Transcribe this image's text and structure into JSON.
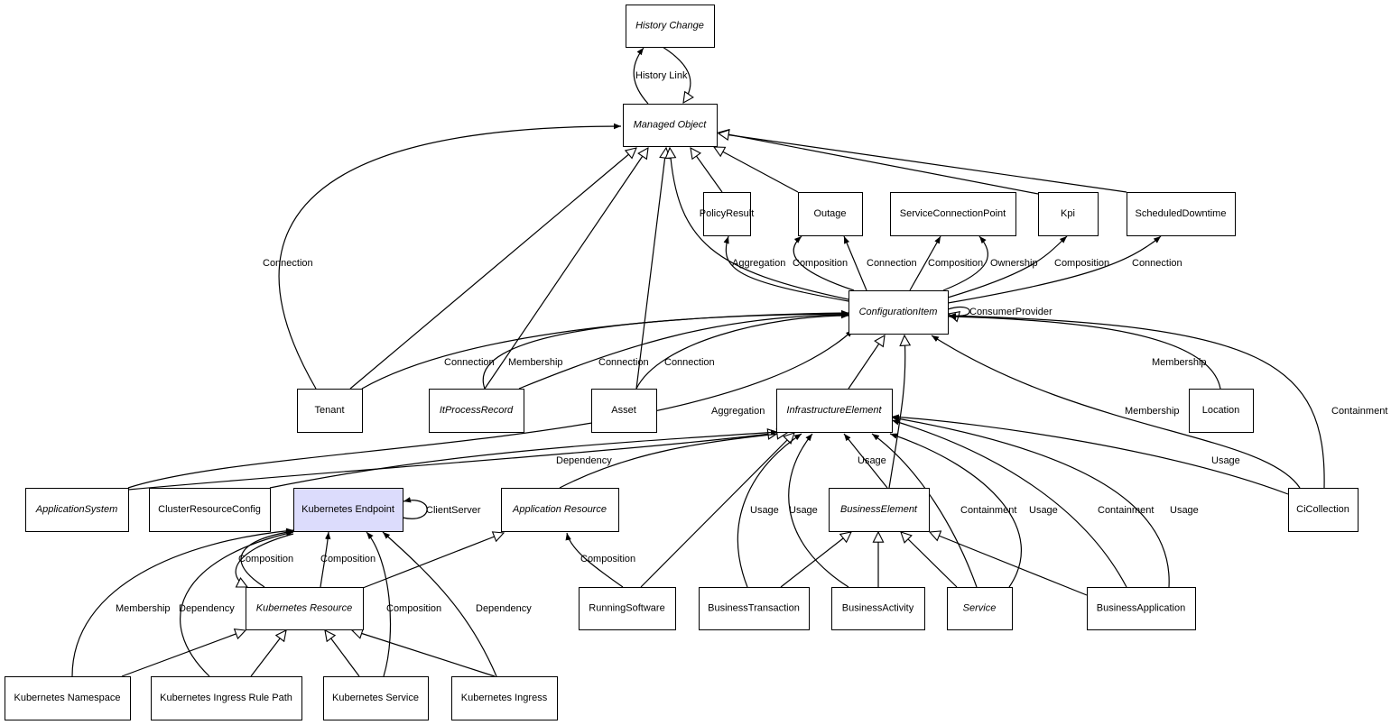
{
  "colors": {
    "highlight": "#dcdcfc",
    "stroke": "#000000",
    "background": "#ffffff"
  },
  "nodes": [
    {
      "name": "History Change",
      "abstract": true
    },
    {
      "name": "Managed Object",
      "abstract": true
    },
    {
      "name": "PolicyResult"
    },
    {
      "name": "Outage"
    },
    {
      "name": "ServiceConnectionPoint"
    },
    {
      "name": "Kpi"
    },
    {
      "name": "ScheduledDowntime"
    },
    {
      "name": "ConfigurationItem",
      "abstract": true
    },
    {
      "name": "Tenant"
    },
    {
      "name": "ItProcessRecord",
      "abstract": true
    },
    {
      "name": "Asset"
    },
    {
      "name": "InfrastructureElement",
      "abstract": true
    },
    {
      "name": "Location"
    },
    {
      "name": "ApplicationSystem",
      "abstract": true
    },
    {
      "name": "ClusterResourceConfig"
    },
    {
      "name": "Kubernetes Endpoint",
      "selected": true
    },
    {
      "name": "Application Resource",
      "abstract": true
    },
    {
      "name": "BusinessElement",
      "abstract": true
    },
    {
      "name": "CiCollection"
    },
    {
      "name": "Kubernetes Resource",
      "abstract": true
    },
    {
      "name": "RunningSoftware"
    },
    {
      "name": "BusinessTransaction"
    },
    {
      "name": "BusinessActivity"
    },
    {
      "name": "Service",
      "abstract": true
    },
    {
      "name": "BusinessApplication"
    },
    {
      "name": "Kubernetes Namespace"
    },
    {
      "name": "Kubernetes Ingress Rule Path"
    },
    {
      "name": "Kubernetes Service"
    },
    {
      "name": "Kubernetes Ingress"
    }
  ],
  "edges": [
    {
      "from": "Managed Object",
      "to": "History Change",
      "label": "History Link",
      "kind": "association"
    },
    {
      "from": "History Change",
      "to": "Managed Object",
      "label": "",
      "kind": "generalization"
    },
    {
      "from": "Tenant",
      "to": "Managed Object",
      "label": "Connection",
      "kind": "association"
    },
    {
      "from": "Tenant",
      "to": "Managed Object",
      "label": "",
      "kind": "generalization"
    },
    {
      "from": "ItProcessRecord",
      "to": "Managed Object",
      "label": "",
      "kind": "generalization"
    },
    {
      "from": "Asset",
      "to": "Managed Object",
      "label": "",
      "kind": "generalization"
    },
    {
      "from": "ConfigurationItem",
      "to": "Managed Object",
      "label": "",
      "kind": "generalization"
    },
    {
      "from": "PolicyResult",
      "to": "Managed Object",
      "label": "",
      "kind": "generalization"
    },
    {
      "from": "Outage",
      "to": "Managed Object",
      "label": "",
      "kind": "generalization"
    },
    {
      "from": "Kpi",
      "to": "Managed Object",
      "label": "",
      "kind": "generalization"
    },
    {
      "from": "ScheduledDowntime",
      "to": "Managed Object",
      "label": "",
      "kind": "generalization"
    },
    {
      "from": "ConfigurationItem",
      "to": "PolicyResult",
      "label": "Aggregation",
      "kind": "association"
    },
    {
      "from": "ConfigurationItem",
      "to": "Outage",
      "label": "Composition",
      "kind": "association"
    },
    {
      "from": "ConfigurationItem",
      "to": "Outage",
      "label": "Connection",
      "kind": "association"
    },
    {
      "from": "ConfigurationItem",
      "to": "ServiceConnectionPoint",
      "label": "Composition",
      "kind": "association"
    },
    {
      "from": "ConfigurationItem",
      "to": "ServiceConnectionPoint",
      "label": "Ownership",
      "kind": "association"
    },
    {
      "from": "ConfigurationItem",
      "to": "Kpi",
      "label": "Composition",
      "kind": "association"
    },
    {
      "from": "ConfigurationItem",
      "to": "ScheduledDowntime",
      "label": "Connection",
      "kind": "association"
    },
    {
      "from": "ConfigurationItem",
      "to": "ConfigurationItem",
      "label": "ConsumerProvider",
      "kind": "generalization"
    },
    {
      "from": "Tenant",
      "to": "ConfigurationItem",
      "label": "Connection",
      "kind": "association"
    },
    {
      "from": "ItProcessRecord",
      "to": "ConfigurationItem",
      "label": "Membership",
      "kind": "association"
    },
    {
      "from": "ItProcessRecord",
      "to": "ConfigurationItem",
      "label": "Connection",
      "kind": "association"
    },
    {
      "from": "Asset",
      "to": "ConfigurationItem",
      "label": "Connection",
      "kind": "association"
    },
    {
      "from": "InfrastructureElement",
      "to": "ConfigurationItem",
      "label": "",
      "kind": "generalization"
    },
    {
      "from": "BusinessElement",
      "to": "ConfigurationItem",
      "label": "",
      "kind": "generalization"
    },
    {
      "from": "Location",
      "to": "ConfigurationItem",
      "label": "Membership",
      "kind": "association"
    },
    {
      "from": "CiCollection",
      "to": "ConfigurationItem",
      "label": "Membership",
      "kind": "association"
    },
    {
      "from": "CiCollection",
      "to": "ConfigurationItem",
      "label": "Containment",
      "kind": "association"
    },
    {
      "from": "ApplicationSystem",
      "to": "ConfigurationItem",
      "label": "Aggregation",
      "kind": "association"
    },
    {
      "from": "ApplicationSystem",
      "to": "InfrastructureElement",
      "label": "",
      "kind": "generalization"
    },
    {
      "from": "ClusterResourceConfig",
      "to": "InfrastructureElement",
      "label": "Dependency",
      "kind": "association"
    },
    {
      "from": "Application Resource",
      "to": "InfrastructureElement",
      "label": "",
      "kind": "generalization"
    },
    {
      "from": "RunningSoftware",
      "to": "InfrastructureElement",
      "label": "",
      "kind": "generalization"
    },
    {
      "from": "BusinessTransaction",
      "to": "InfrastructureElement",
      "label": "Usage",
      "kind": "association"
    },
    {
      "from": "BusinessActivity",
      "to": "InfrastructureElement",
      "label": "Usage",
      "kind": "association"
    },
    {
      "from": "BusinessElement",
      "to": "InfrastructureElement",
      "label": "Usage",
      "kind": "association"
    },
    {
      "from": "Service",
      "to": "InfrastructureElement",
      "label": "Containment",
      "kind": "association"
    },
    {
      "from": "Service",
      "to": "InfrastructureElement",
      "label": "Usage",
      "kind": "association"
    },
    {
      "from": "BusinessApplication",
      "to": "InfrastructureElement",
      "label": "Containment",
      "kind": "association"
    },
    {
      "from": "BusinessApplication",
      "to": "InfrastructureElement",
      "label": "Usage",
      "kind": "association"
    },
    {
      "from": "CiCollection",
      "to": "InfrastructureElement",
      "label": "Usage",
      "kind": "association"
    },
    {
      "from": "BusinessTransaction",
      "to": "BusinessElement",
      "label": "",
      "kind": "generalization"
    },
    {
      "from": "BusinessActivity",
      "to": "BusinessElement",
      "label": "",
      "kind": "generalization"
    },
    {
      "from": "Service",
      "to": "BusinessElement",
      "label": "",
      "kind": "generalization"
    },
    {
      "from": "BusinessApplication",
      "to": "BusinessElement",
      "label": "",
      "kind": "generalization"
    },
    {
      "from": "RunningSoftware",
      "to": "Application Resource",
      "label": "Composition",
      "kind": "association"
    },
    {
      "from": "Kubernetes Endpoint",
      "to": "Kubernetes Endpoint",
      "label": "ClientServer",
      "kind": "association"
    },
    {
      "from": "Kubernetes Resource",
      "to": "Kubernetes Endpoint",
      "label": "Composition",
      "kind": "association"
    },
    {
      "from": "Kubernetes Endpoint",
      "to": "Kubernetes Resource",
      "label": "",
      "kind": "generalization"
    },
    {
      "from": "Kubernetes Resource",
      "to": "Kubernetes Endpoint",
      "label": "Composition",
      "kind": "association"
    },
    {
      "from": "Kubernetes Resource",
      "to": "Application Resource",
      "label": "",
      "kind": "generalization"
    },
    {
      "from": "Kubernetes Namespace",
      "to": "Kubernetes Endpoint",
      "label": "Membership",
      "kind": "association"
    },
    {
      "from": "Kubernetes Ingress Rule Path",
      "to": "Kubernetes Endpoint",
      "label": "Dependency",
      "kind": "association"
    },
    {
      "from": "Kubernetes Service",
      "to": "Kubernetes Endpoint",
      "label": "Composition",
      "kind": "association"
    },
    {
      "from": "Kubernetes Ingress",
      "to": "Kubernetes Endpoint",
      "label": "Dependency",
      "kind": "association"
    },
    {
      "from": "Kubernetes Namespace",
      "to": "Kubernetes Resource",
      "label": "",
      "kind": "generalization"
    },
    {
      "from": "Kubernetes Ingress Rule Path",
      "to": "Kubernetes Resource",
      "label": "",
      "kind": "generalization"
    },
    {
      "from": "Kubernetes Service",
      "to": "Kubernetes Resource",
      "label": "",
      "kind": "generalization"
    },
    {
      "from": "Kubernetes Ingress",
      "to": "Kubernetes Resource",
      "label": "",
      "kind": "generalization"
    }
  ]
}
